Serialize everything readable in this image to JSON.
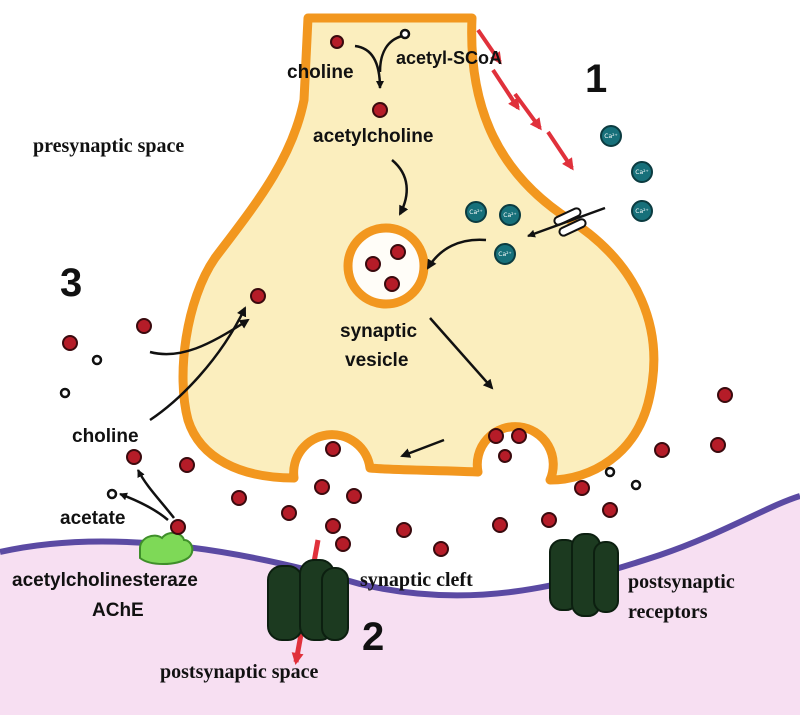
{
  "labels": {
    "choline_top": "choline",
    "acetyl_scoa": "acetyl-SCoA",
    "acetylcholine": "acetylcholine",
    "presynaptic_space": "presynaptic space",
    "synaptic_vesicle_1": "synaptic",
    "synaptic_vesicle_2": "vesicle",
    "choline_left": "choline",
    "acetate": "acetate",
    "enzyme_1": "acetylcholinesteraze",
    "enzyme_2": "AChE",
    "synaptic_cleft": "synaptic cleft",
    "postsynaptic_receptors_1": "postsynaptic",
    "postsynaptic_receptors_2": "receptors",
    "postsynaptic_space": "postsynaptic space",
    "ca_ion": "Ca²⁺"
  },
  "step_numbers": {
    "step1": "1",
    "step2": "2",
    "step3": "3"
  },
  "colors": {
    "terminal_fill": "#fbeebe",
    "terminal_outline": "#f2971f",
    "postsynaptic_fill": "#f7dff2",
    "membrane": "#5b4aa3",
    "acetylcholine_dot": "#b51c28",
    "calcium_ion": "#17707a",
    "receptor": "#1c3a20",
    "enzyme": "#7ed957",
    "arrow_red": "#e0313b"
  }
}
